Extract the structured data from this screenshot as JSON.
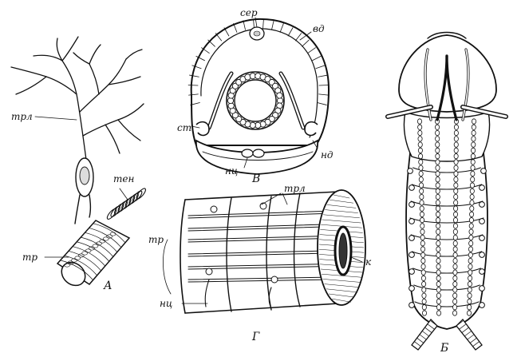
{
  "panels": {
    "a": "А",
    "b": "Б",
    "v": "В",
    "g": "Г"
  },
  "labels": {
    "trl_a": "трл",
    "ten": "тен",
    "tr_a": "тр",
    "ser": "сер",
    "vd": "вд",
    "st": "ст",
    "nd": "нд",
    "nc_v": "нц",
    "trl_g": "трл",
    "tr_g": "тр",
    "k": "к",
    "nc_g": "нц"
  },
  "colors": {
    "ink": "#111111",
    "background": "#ffffff"
  }
}
